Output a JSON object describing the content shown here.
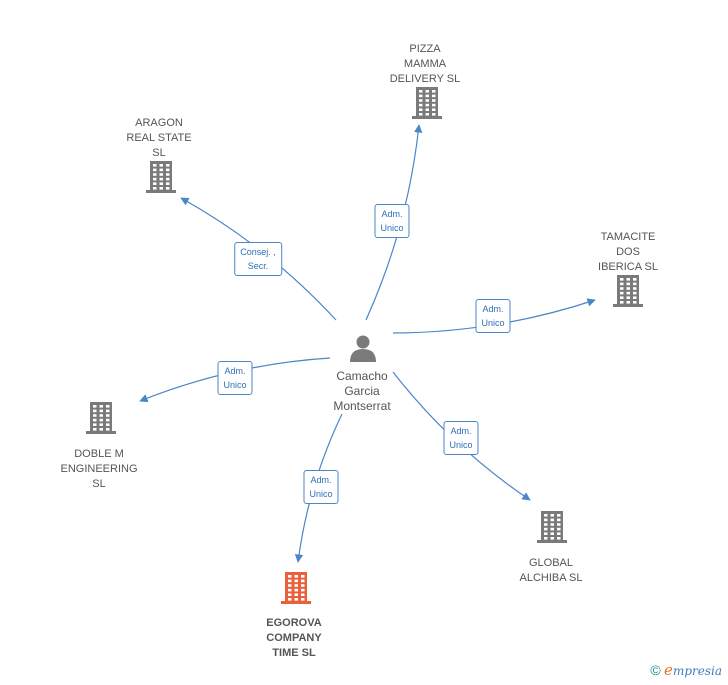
{
  "center": {
    "name_lines": [
      "Camacho",
      "Garcia",
      "Montserrat"
    ]
  },
  "nodes": [
    {
      "id": "pizza",
      "lines": [
        "PIZZA",
        "MAMMA",
        "DELIVERY  SL"
      ],
      "highlight": false
    },
    {
      "id": "aragon",
      "lines": [
        "ARAGON",
        "REAL STATE",
        "SL"
      ],
      "highlight": false
    },
    {
      "id": "tamacite",
      "lines": [
        "TAMACITE",
        "DOS",
        "IBERICA  SL"
      ],
      "highlight": false
    },
    {
      "id": "doble",
      "lines": [
        "DOBLE M",
        "ENGINEERING",
        "SL"
      ],
      "highlight": false
    },
    {
      "id": "global",
      "lines": [
        "GLOBAL",
        "ALCHIBA  SL"
      ],
      "highlight": false
    },
    {
      "id": "egorova",
      "lines": [
        "EGOROVA",
        "COMPANY",
        "TIME  SL"
      ],
      "highlight": true
    }
  ],
  "edges": [
    {
      "to": "pizza",
      "label_lines": [
        "Adm.",
        "Unico"
      ]
    },
    {
      "to": "aragon",
      "label_lines": [
        "Consej. ,",
        "Secr."
      ]
    },
    {
      "to": "tamacite",
      "label_lines": [
        "Adm.",
        "Unico"
      ]
    },
    {
      "to": "doble",
      "label_lines": [
        "Adm.",
        "Unico"
      ]
    },
    {
      "to": "global",
      "label_lines": [
        "Adm.",
        "Unico"
      ]
    },
    {
      "to": "egorova",
      "label_lines": [
        "Adm.",
        "Unico"
      ]
    }
  ],
  "colors": {
    "edge": "#4a86c8",
    "building": "#7a7a7a",
    "highlight_building": "#e8603c",
    "person": "#7a7a7a"
  },
  "brand": {
    "symbol": "©",
    "initial": "e",
    "rest": "mpresia"
  }
}
